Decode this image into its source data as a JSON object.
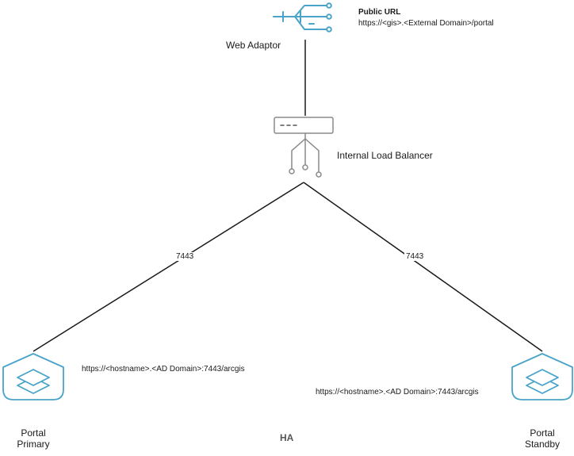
{
  "web_adaptor": {
    "public_url_title": "Public URL",
    "public_url": "https://<gis>.<External Domain>/portal",
    "label": "Web Adaptor"
  },
  "load_balancer": {
    "label": "Internal Load Balancer"
  },
  "links": {
    "left_port": "7443",
    "right_port": "7443"
  },
  "portal_primary": {
    "url": "https://<hostname>.<AD Domain>:7443/arcgis",
    "line1": "Portal",
    "line2": "Primary"
  },
  "portal_standby": {
    "url": "https://<hostname>.<AD Domain>:7443/arcgis",
    "line1": "Portal",
    "line2": "Standby"
  },
  "ha_label": "HA",
  "colors": {
    "icon_blue": "#4aa3c8",
    "line": "#1a1a1a",
    "device_gray": "#8a8a8a"
  }
}
